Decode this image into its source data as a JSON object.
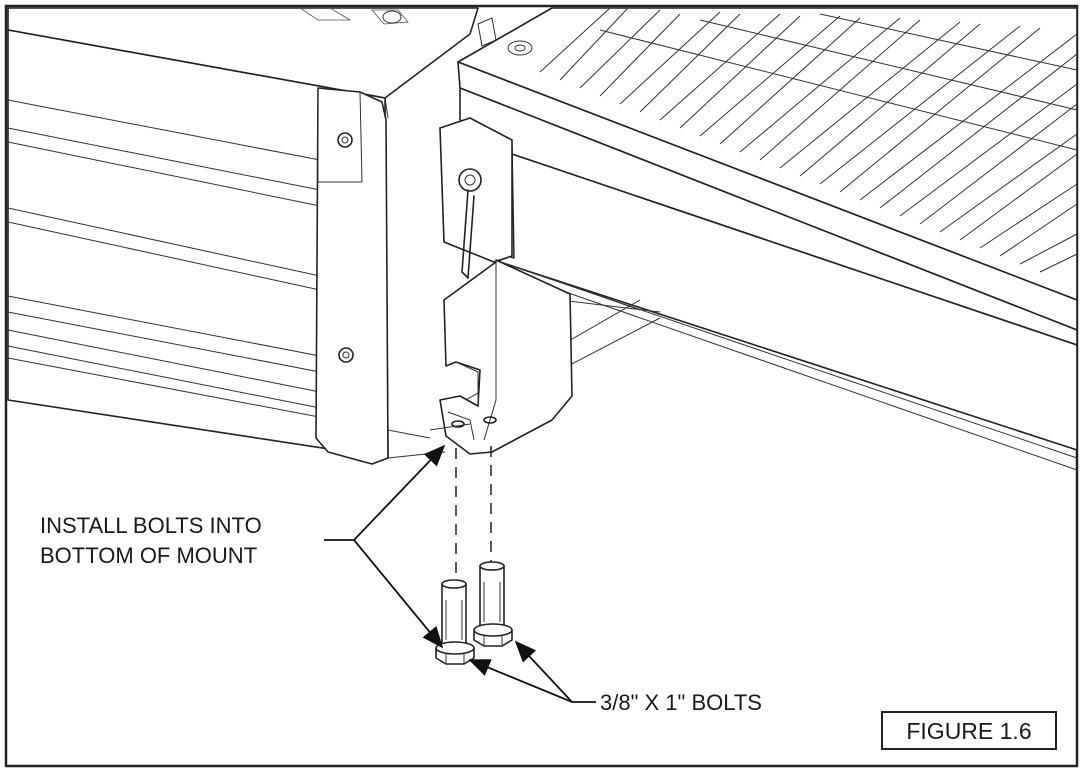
{
  "callouts": {
    "install_line_1": "INSTALL BOLTS INTO",
    "install_line_2": "BOTTOM OF MOUNT",
    "bolts_label": "3/8\" X 1\" BOLTS"
  },
  "figure_label": "FIGURE 1.6",
  "colors": {
    "line": "#222222",
    "background": "#ffffff"
  }
}
